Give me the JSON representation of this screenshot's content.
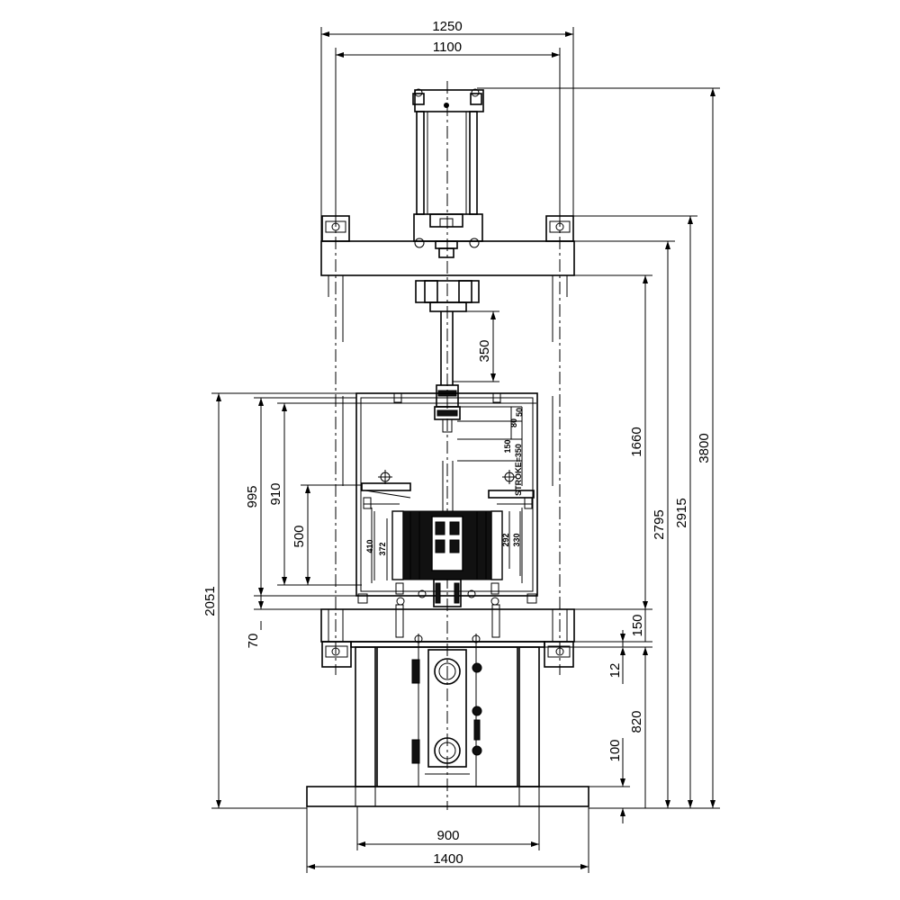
{
  "colors": {
    "line": "#000000",
    "background": "#ffffff",
    "solid": "#111111"
  },
  "dimensions": {
    "top_width_outer": "1250",
    "top_width_inner": "1100",
    "ram_350": "350",
    "height_995": "995",
    "height_910": "910",
    "height_500": "500",
    "height_2051": "2051",
    "height_70": "70",
    "height_1660": "1660",
    "height_2795": "2795",
    "height_2915": "2915",
    "height_3800": "3800",
    "height_150": "150",
    "height_12": "12",
    "height_820": "820",
    "height_100": "100",
    "base_900": "900",
    "base_1400": "1400"
  },
  "small_labels": {
    "d80": "80",
    "d50": "50",
    "d150": "150",
    "stroke": "STROKE=350",
    "d410": "410",
    "d372": "372",
    "d292": "292",
    "d330": "330"
  }
}
